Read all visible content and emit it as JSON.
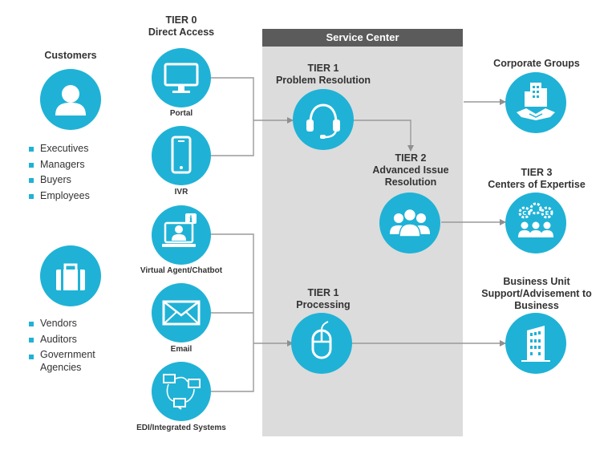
{
  "service_center": {
    "title": "Service Center"
  },
  "customers": {
    "title": "Customers",
    "people_list": [
      "Executives",
      "Managers",
      "Buyers",
      "Employees"
    ],
    "org_list": [
      "Vendors",
      "Auditors",
      "Government Agencies"
    ]
  },
  "tier0": {
    "title_line1": "TIER 0",
    "title_line2": "Direct Access",
    "channels": [
      {
        "label": "Portal",
        "icon": "monitor-icon"
      },
      {
        "label": "IVR",
        "icon": "mobile-phone-icon"
      },
      {
        "label": "Virtual Agent/Chatbot",
        "icon": "chatbot-agent-icon"
      },
      {
        "label": "Email",
        "icon": "envelope-icon"
      },
      {
        "label": "EDI/Integrated Systems",
        "icon": "network-systems-icon"
      }
    ]
  },
  "tier1_resolution": {
    "title_line1": "TIER 1",
    "title_line2": "Problem Resolution",
    "icon": "headset-icon"
  },
  "tier2": {
    "title_line1": "TIER 2",
    "title_line2": "Advanced Issue",
    "title_line3": "Resolution",
    "icon": "group-icon"
  },
  "tier1_processing": {
    "title_line1": "TIER 1",
    "title_line2": "Processing",
    "icon": "mouse-icon"
  },
  "outcomes": {
    "corporate": {
      "title": "Corporate Groups",
      "icon": "building-handshake-icon"
    },
    "tier3": {
      "title_line1": "TIER 3",
      "title_line2": "Centers of Expertise",
      "icon": "expertise-gears-icon"
    },
    "business": {
      "title_line1": "Business Unit",
      "title_line2": "Support/Advisement to",
      "title_line3": "Business",
      "icon": "office-building-icon"
    }
  },
  "colors": {
    "accent": "#1fb2d6",
    "band": "#dcdcdc",
    "header": "#5b5b5b",
    "connector": "#8f8f8f"
  }
}
